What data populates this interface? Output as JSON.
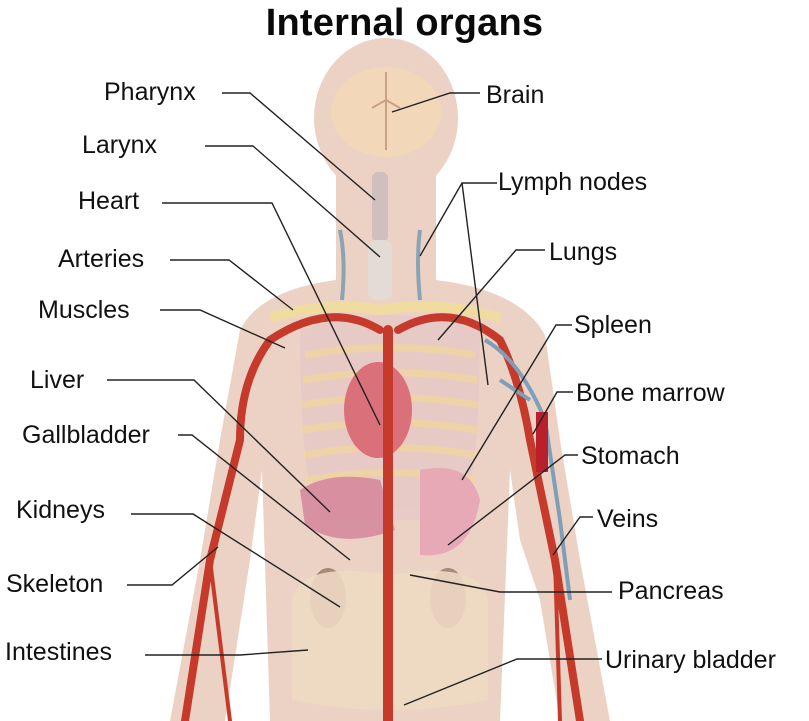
{
  "title": "Internal organs",
  "colors": {
    "skin": "#e9c9b8",
    "artery": "#c8362a",
    "vein": "#7f9fb8",
    "bone": "#f1dca0",
    "organ_pink": "#d9879a",
    "leader_line": "#222222"
  },
  "labels_left": [
    {
      "id": "pharynx",
      "text": "Pharynx"
    },
    {
      "id": "larynx",
      "text": "Larynx"
    },
    {
      "id": "heart",
      "text": "Heart"
    },
    {
      "id": "arteries",
      "text": "Arteries"
    },
    {
      "id": "muscles",
      "text": "Muscles"
    },
    {
      "id": "liver",
      "text": "Liver"
    },
    {
      "id": "gallbladder",
      "text": "Gallbladder"
    },
    {
      "id": "kidneys",
      "text": "Kidneys"
    },
    {
      "id": "skeleton",
      "text": "Skeleton"
    },
    {
      "id": "intestines",
      "text": "Intestines"
    }
  ],
  "labels_right": [
    {
      "id": "brain",
      "text": "Brain"
    },
    {
      "id": "lymph-nodes",
      "text": "Lymph nodes"
    },
    {
      "id": "lungs",
      "text": "Lungs"
    },
    {
      "id": "spleen",
      "text": "Spleen"
    },
    {
      "id": "bone-marrow",
      "text": "Bone marrow"
    },
    {
      "id": "stomach",
      "text": "Stomach"
    },
    {
      "id": "veins",
      "text": "Veins"
    },
    {
      "id": "pancreas",
      "text": "Pancreas"
    },
    {
      "id": "urinary-bladder",
      "text": "Urinary bladder"
    }
  ]
}
